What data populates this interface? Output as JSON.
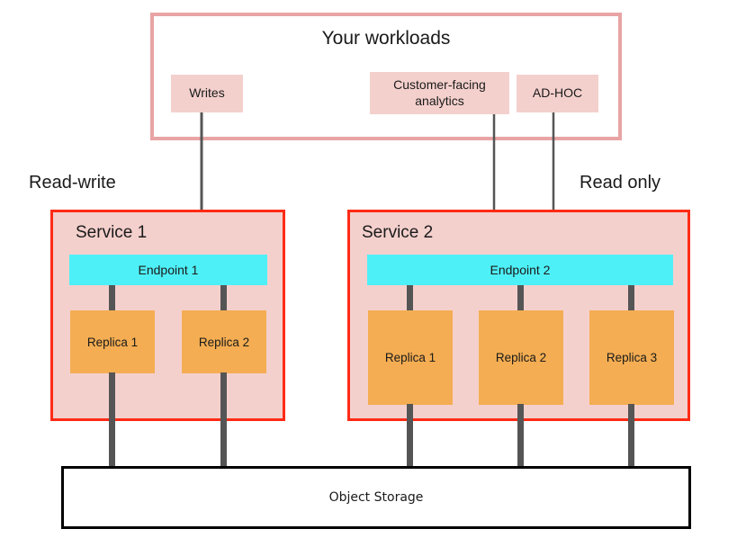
{
  "diagram": {
    "title": "Your workloads",
    "workloads": [
      {
        "id": "writes",
        "label": "Writes"
      },
      {
        "id": "analytics",
        "label": "Customer-facing analytics"
      },
      {
        "id": "adhoc",
        "label": "AD-HOC"
      }
    ],
    "section_labels": {
      "left": "Read-write",
      "right": "Read only"
    },
    "services": [
      {
        "id": "service-1",
        "title": "Service 1",
        "endpoint": "Endpoint 1",
        "replicas": [
          "Replica 1",
          "Replica 2"
        ]
      },
      {
        "id": "service-2",
        "title": "Service 2",
        "endpoint": "Endpoint 2",
        "replicas": [
          "Replica 1",
          "Replica 2",
          "Replica 3"
        ]
      }
    ],
    "storage": {
      "label": "Object Storage"
    },
    "colors": {
      "workload_frame_border": "#e8a4a4",
      "workload_chip_fill": "#f4d0cd",
      "service_border": "#ff2b16",
      "service_fill": "#f4d0cd",
      "endpoint_fill": "#4ef0f7",
      "replica_fill": "#f4ad52",
      "connector": "#555555",
      "storage_border": "#000000",
      "text": "#1a1a1a"
    }
  }
}
